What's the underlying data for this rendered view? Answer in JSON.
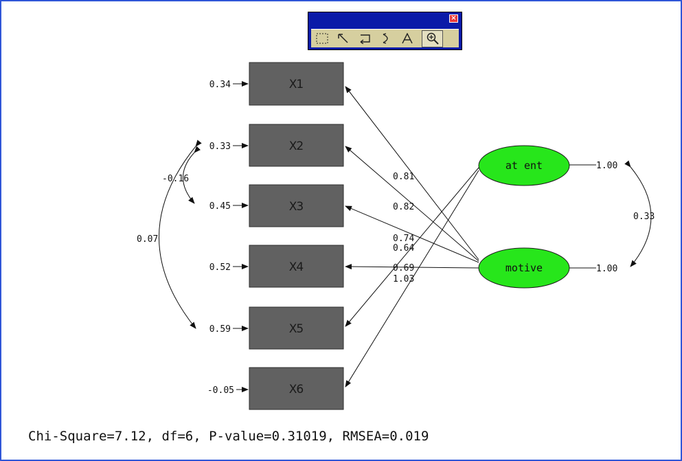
{
  "toolbar": {
    "close_icon": "close-icon",
    "tools": [
      "select-rectangle-icon",
      "pointer-arrow-icon",
      "path-icon",
      "curved-path-icon",
      "text-tool-icon",
      "zoom-in-icon"
    ]
  },
  "observed": [
    {
      "label": "X1",
      "error": "0.34"
    },
    {
      "label": "X2",
      "error": "0.33"
    },
    {
      "label": "X3",
      "error": "0.45"
    },
    {
      "label": "X4",
      "error": "0.52"
    },
    {
      "label": "X5",
      "error": "0.59"
    },
    {
      "label": "X6",
      "error": "-0.05"
    }
  ],
  "latent": [
    {
      "label": "at ent",
      "variance": "1.00"
    },
    {
      "label": "motive",
      "variance": "1.00"
    }
  ],
  "loadings": [
    "0.81",
    "0.82",
    "0.74",
    "0.64",
    "0.69",
    "1.03"
  ],
  "error_covariances": {
    "x2_x3": "-0.16",
    "x2_x5": "0.07"
  },
  "latent_covariance": "0.33",
  "fit_statistics": "Chi-Square=7.12, df=6, P-value=0.31019, RMSEA=0.019",
  "colors": {
    "frame": "#2f56d8",
    "latent_fill": "#27e61b",
    "box_fill": "#616161",
    "toolbar": "#0a1aa8"
  }
}
